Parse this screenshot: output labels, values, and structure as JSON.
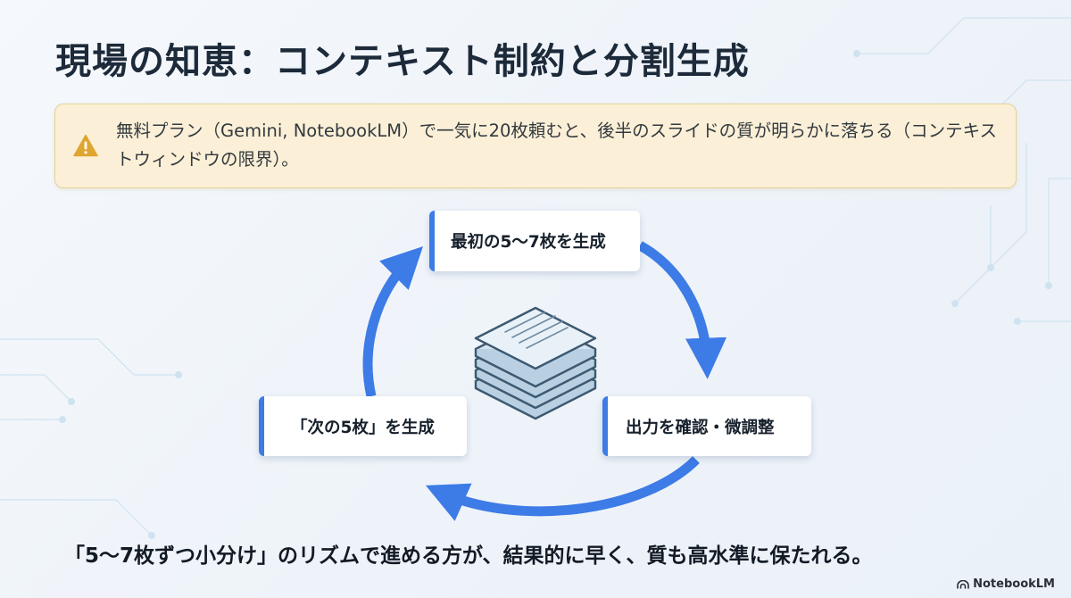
{
  "slide": {
    "title": "現場の知恵：コンテキスト制約と分割生成",
    "warning": {
      "icon": "warning-triangle-icon",
      "text": "無料プラン（Gemini, NotebookLM）で一気に20枚頼むと、後半のスライドの質が明らかに落ちる（コンテキストウィンドウの限界）。"
    },
    "cycle": {
      "steps": [
        "最初の5〜7枚を生成",
        "出力を確認・微調整",
        "「次の5枚」を生成"
      ],
      "center_icon": "document-stack-icon"
    },
    "conclusion": "「5〜7枚ずつ小分け」のリズムで進める方が、結果的に早く、質も高水準に保たれる。"
  },
  "brand": {
    "name": "NotebookLM",
    "icon": "notebooklm-logo-icon"
  },
  "colors": {
    "accent_blue": "#3d7be6",
    "warning_bg": "#fbf0d7",
    "warning_border": "#e8cf95",
    "warning_icon": "#dfa531"
  }
}
